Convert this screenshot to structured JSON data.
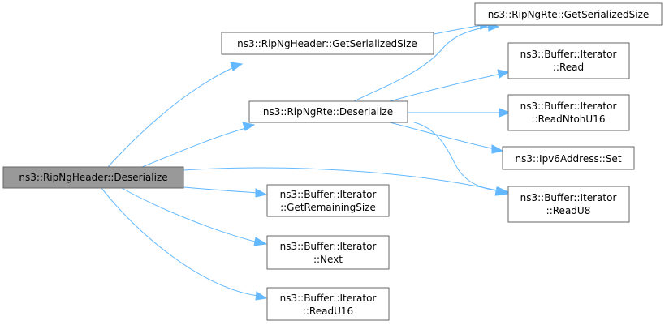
{
  "nodes": {
    "root": {
      "lines": [
        "ns3::RipNgHeader::Deserialize"
      ]
    },
    "hdr_getser": {
      "lines": [
        "ns3::RipNgHeader::GetSerializedSize"
      ]
    },
    "rte_deser": {
      "lines": [
        "ns3::RipNgRte::Deserialize"
      ]
    },
    "rte_getser": {
      "lines": [
        "ns3::RipNgRte::GetSerializedSize"
      ]
    },
    "buf_read": {
      "lines": [
        "ns3::Buffer::Iterator",
        "::Read"
      ]
    },
    "buf_readntoh16": {
      "lines": [
        "ns3::Buffer::Iterator",
        "::ReadNtohU16"
      ]
    },
    "ipv6_set": {
      "lines": [
        "ns3::Ipv6Address::Set"
      ]
    },
    "buf_readu8": {
      "lines": [
        "ns3::Buffer::Iterator",
        "::ReadU8"
      ]
    },
    "buf_getremaining": {
      "lines": [
        "ns3::Buffer::Iterator",
        "::GetRemainingSize"
      ]
    },
    "buf_next": {
      "lines": [
        "ns3::Buffer::Iterator",
        "::Next"
      ]
    },
    "buf_readu16": {
      "lines": [
        "ns3::Buffer::Iterator",
        "::ReadU16"
      ]
    }
  },
  "edges": [
    [
      "root",
      "hdr_getser"
    ],
    [
      "root",
      "rte_deser"
    ],
    [
      "root",
      "buf_readu8"
    ],
    [
      "root",
      "buf_getremaining"
    ],
    [
      "root",
      "buf_next"
    ],
    [
      "root",
      "buf_readu16"
    ],
    [
      "hdr_getser",
      "rte_getser"
    ],
    [
      "rte_deser",
      "rte_getser"
    ],
    [
      "rte_deser",
      "buf_read"
    ],
    [
      "rte_deser",
      "buf_readntoh16"
    ],
    [
      "rte_deser",
      "ipv6_set"
    ],
    [
      "rte_deser",
      "buf_readu8"
    ]
  ],
  "colors": {
    "edge": "#63b8ff",
    "node_border": "#666666",
    "node_fill": "#ffffff",
    "root_fill": "#999999"
  }
}
